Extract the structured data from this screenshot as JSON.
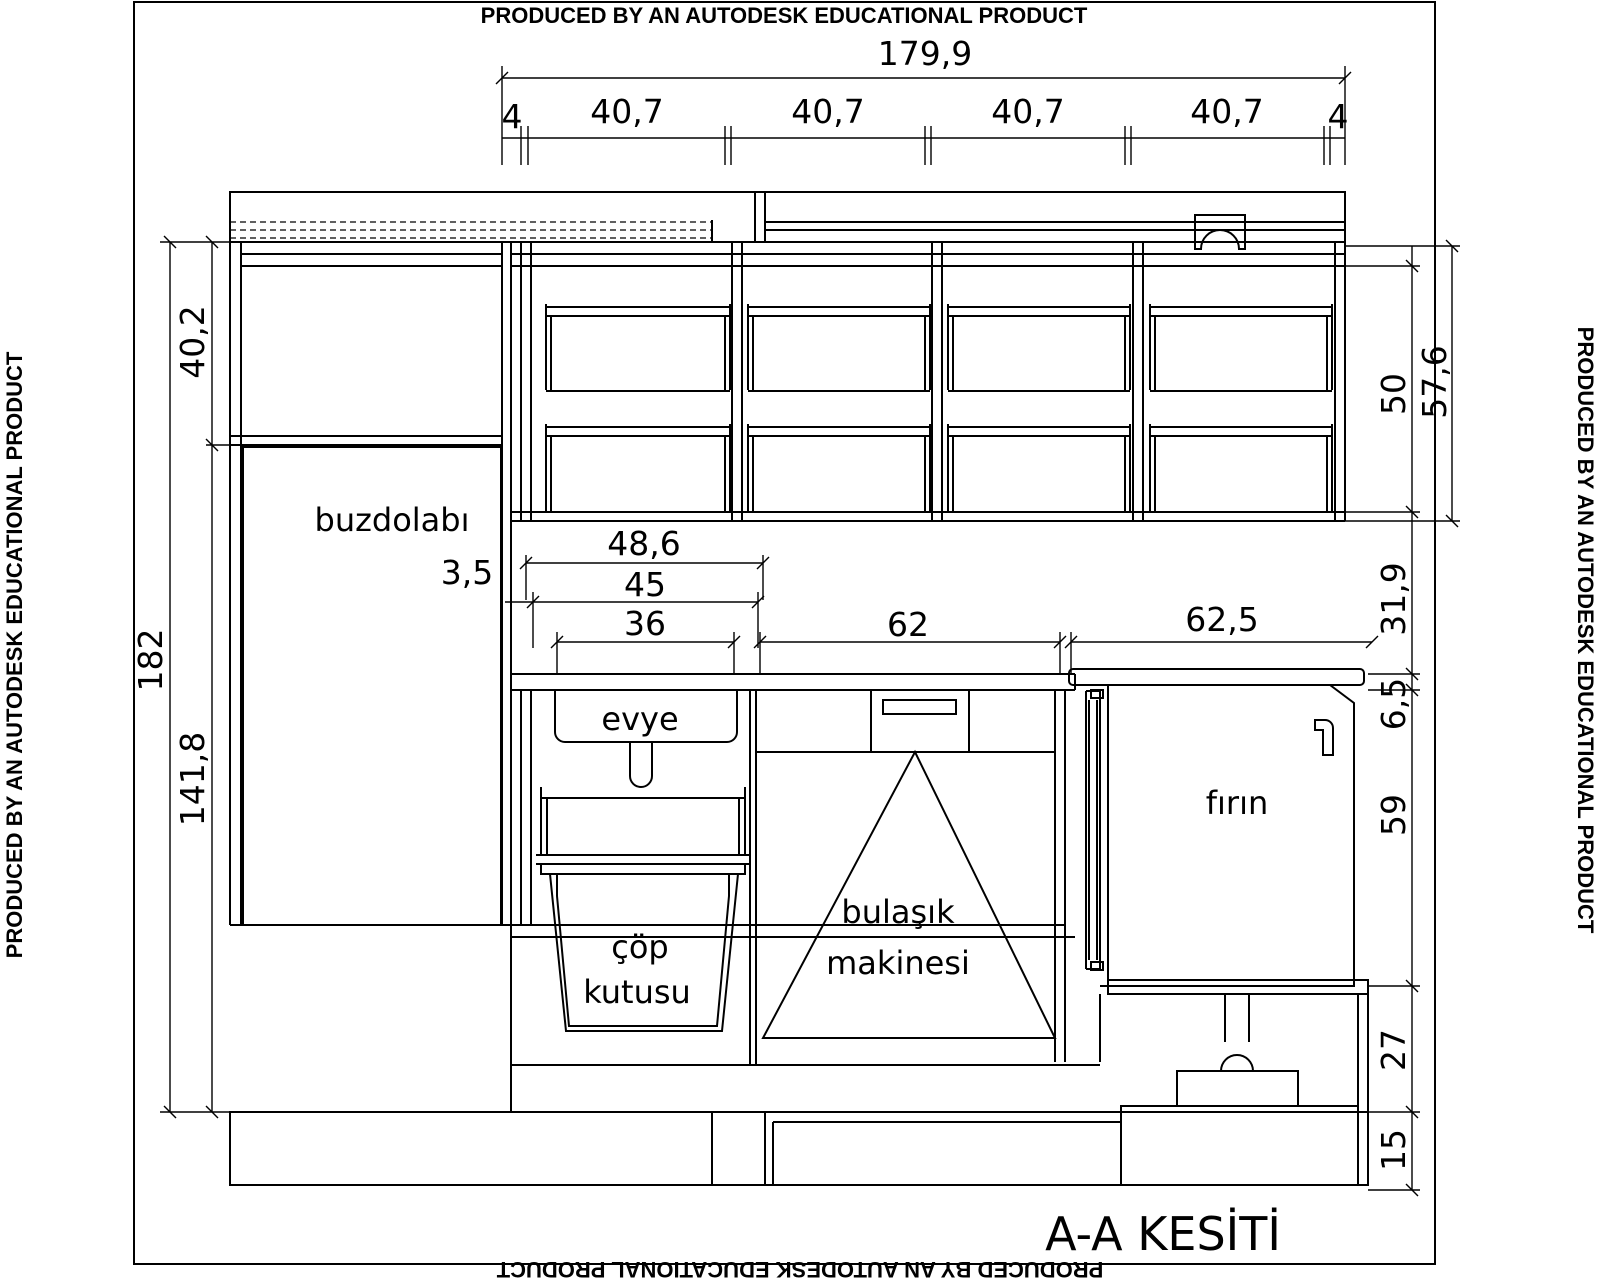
{
  "watermark": "PRODUCED BY AN AUTODESK EDUCATIONAL PRODUCT",
  "title": "A-A KESİTİ",
  "labels": {
    "fridge": "buzdolabı",
    "sink": "evye",
    "trash_1": "çöp",
    "trash_2": "kutusu",
    "dishwasher_1": "bulaşık",
    "dishwasher_2": "makinesi",
    "oven": "fırın"
  },
  "dimensions": {
    "overall_width": "179,9",
    "side_left": "4",
    "side_right": "4",
    "cab_1": "40,7",
    "cab_2": "40,7",
    "cab_3": "40,7",
    "cab_4": "40,7",
    "sink_total": "48,6",
    "sink_outer": "45",
    "sink_inner": "36",
    "sink_offset": "3,5",
    "dishwasher_width": "62",
    "oven_width": "62,5",
    "total_height": "182",
    "fridge_height": "141,8",
    "top_cabinet": "40,2",
    "wall_cabinet": "50",
    "wall_total": "57,6",
    "gap": "31,9",
    "counter": "6,5",
    "oven_height": "59",
    "under_oven": "27",
    "plinth": "15"
  }
}
